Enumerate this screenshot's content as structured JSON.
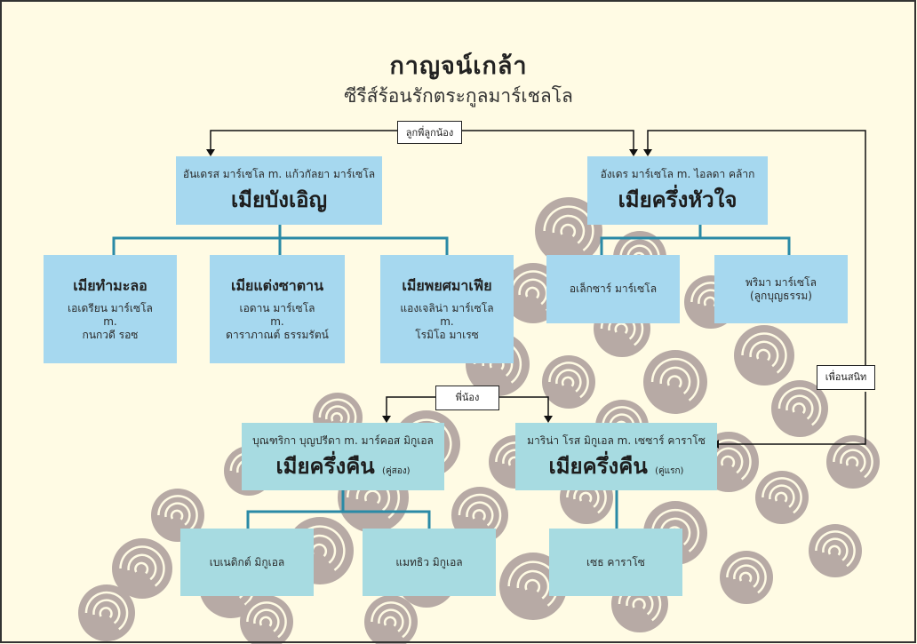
{
  "title": "กาญจน์เกล้า",
  "subtitle": "ซีรีส์ร้อนรักตระกูลมาร์เชลโล",
  "labels": {
    "cousins": "ลูกพี่ลูกน้อง",
    "siblings": "พี่น้อง",
    "friends": "เพื่อนสนิท"
  },
  "families": {
    "left": {
      "couple": "อันเดรส มาร์เซโล m. แก้วกัลยา มาร์เซโล",
      "book": "เมียบังเอิญ",
      "children": [
        {
          "book": "เมียทำมะลอ",
          "line1": "เอเดรียน มาร์เซโล",
          "line2": "m.",
          "line3": "กนกวดี รอซ"
        },
        {
          "book": "เมียแต่งซาตาน",
          "line1": "เอดาน มาร์เซโล",
          "line2": "m.",
          "line3": "ดาราภาณต์ ธรรมรัตน์"
        },
        {
          "book": "เมียพยศมาเฟีย",
          "line1": "แองเจลิน่า มาร์เซโล",
          "line2": "m.",
          "line3": "โรมิโอ มาเรซ"
        }
      ]
    },
    "right": {
      "couple": "อังเดร มาร์เซโล m. ไอลดา คล้าก",
      "book": "เมียครึ่งหัวใจ",
      "children": [
        {
          "line1": "อเล็กซาร์ มาร์เซโล"
        },
        {
          "line1": "พริมา มาร์เซโล",
          "line2": "(ลูกบุญธรรม)"
        }
      ]
    },
    "bottom_left": {
      "couple": "บุณฑริกา บุญปรีดา m. มาร์คอส มิกูเอล",
      "book": "เมียครึ่งคืน",
      "note": "(คู่สอง)",
      "children": [
        {
          "line1": "เบเนดิกต์ มิกูเอล"
        },
        {
          "line1": "แมทธิว มิกูเอล"
        }
      ]
    },
    "bottom_right": {
      "couple": "มาริน่า โรส มิกูเอล m. เซซาร์ คาราโซ",
      "book": "เมียครึ่งคืน",
      "note": "(คู่แรก)",
      "children": [
        {
          "line1": "เซธ คาราโซ"
        }
      ]
    }
  },
  "colors": {
    "background": "#fffbe4",
    "box_blue": "#a6d8ef",
    "box_teal": "#a7dbe1",
    "connector": "#2a8aa6",
    "roses": "#b7aaa5"
  }
}
